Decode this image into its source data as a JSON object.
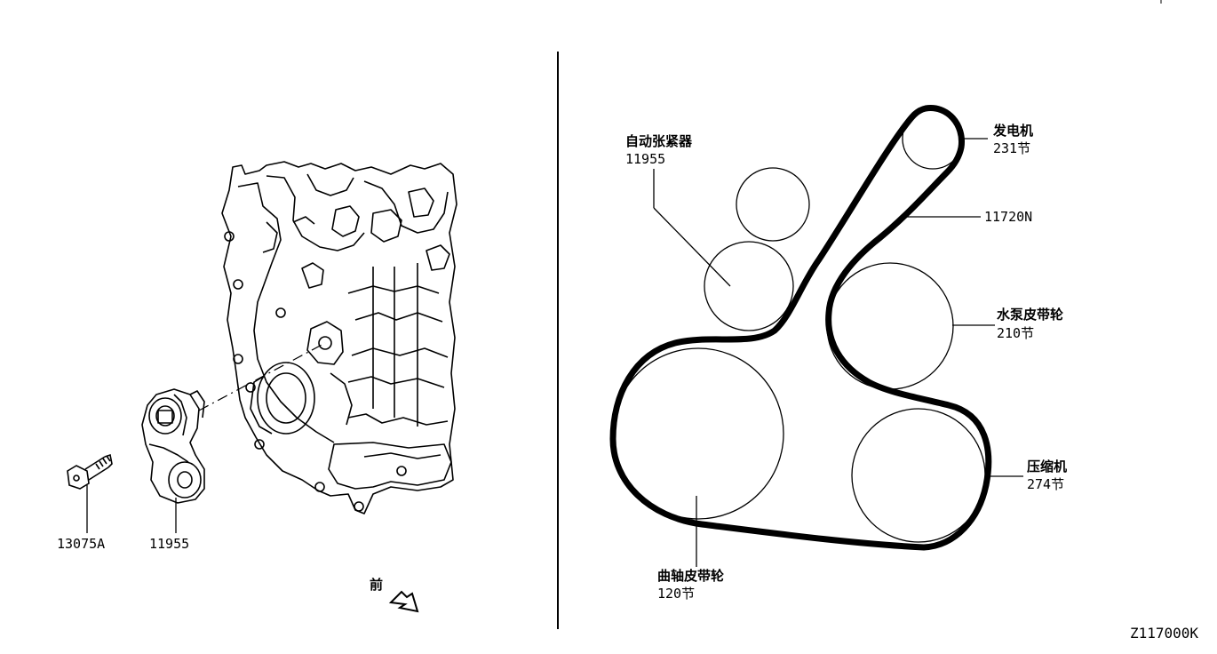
{
  "left_panel": {
    "bolt_part_no": "13075A",
    "tensioner_part_no": "11955",
    "front_label": "前"
  },
  "right_panel": {
    "tensioner": {
      "name": "自动张紧器",
      "part_no": "11955"
    },
    "alternator": {
      "name": "发电机",
      "spec": "231节"
    },
    "belt": {
      "part_no": "11720N"
    },
    "water_pump": {
      "name": "水泵皮带轮",
      "spec": "210节"
    },
    "compressor": {
      "name": "压缩机",
      "spec": "274节"
    },
    "crankshaft": {
      "name": "曲轴皮带轮",
      "spec": "120节"
    }
  },
  "diagram_code": "Z117000K"
}
